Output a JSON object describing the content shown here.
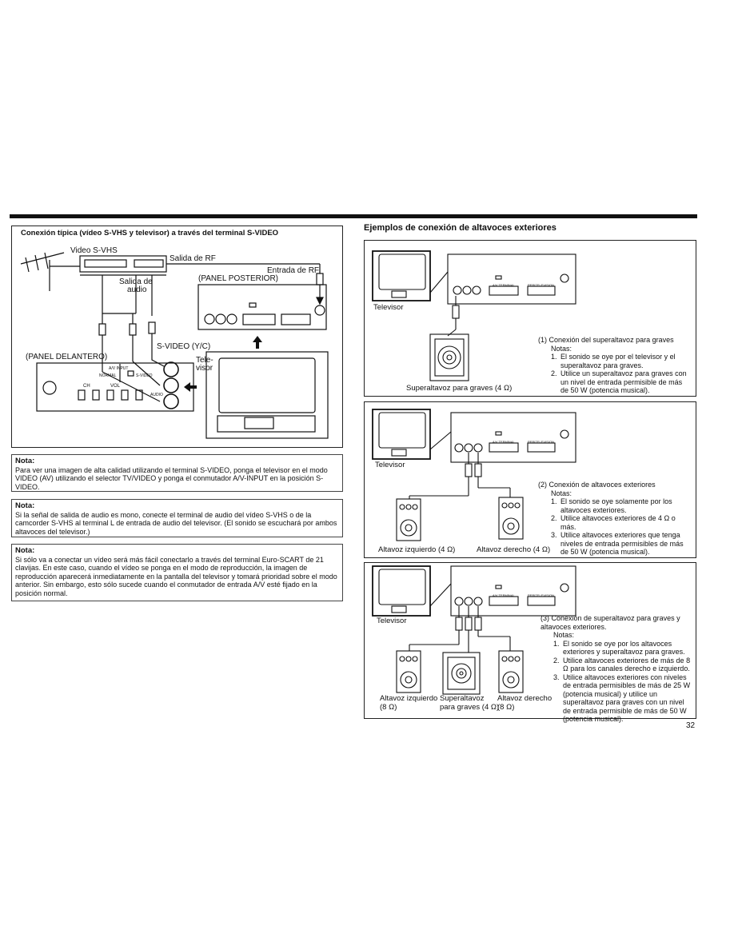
{
  "left": {
    "title": "Conexión típica (vídeo S-VHS y televisor) a través del terminal S-VIDEO",
    "diagram": {
      "video": "Video S-VHS",
      "rf_out": "Salida de RF",
      "rf_in": "Entrada de RF",
      "rear_panel": "(PANEL POSTERIOR)",
      "audio_out_1": "Salida de",
      "audio_out_2": "audio",
      "svideo": "S-VIDEO (Y/C)",
      "tv_1": "Tele-",
      "tv_2": "visor",
      "front_panel": "(PANEL DELANTERO)",
      "av_input": "A/V INPUT",
      "normal": "NORMAL",
      "svideo_small": "S-VIDEO",
      "audio_small": "AUDIO",
      "ch": "CH",
      "vol": "VOL"
    },
    "notes": [
      {
        "heading": "Nota:",
        "body": "Para ver una imagen de alta calidad utilizando el terminal S-VIDEO, ponga el televisor en el modo VIDEO (AV) utilizando el selector TV/VIDEO y ponga el conmutador A/V-INPUT en la posición S-VIDEO."
      },
      {
        "heading": "Nota:",
        "body": "Si la señal de salida de audio es mono, conecte el terminal de audio del vídeo S-VHS o de la camcorder S-VHS al terminal L de entrada de audio del televisor. (El sonido se escuchará por ambos altavoces del televisor.)"
      },
      {
        "heading": "Nota:",
        "body": "Si sólo va a conectar un vídeo será más fácil conectarlo a través del terminal Euro-SCART de 21 clavijas. En este caso, cuando el vídeo se ponga en el modo de reproducción, la imagen de reproducción aparecerá inmediatamente en la pantalla del televisor y tomará prioridad sobre el modo anterior. Sin embargo, esto sólo sucede cuando el conmutador de entrada A/V esté fijado en la posición normal."
      }
    ]
  },
  "right": {
    "title": "Ejemplos de conexión de altavoces exteriores",
    "panel_labels": {
      "av_terminal": "A/V TERMINAL",
      "per_television": "PERITELEVISION"
    },
    "example1": {
      "tv": "Televisor",
      "sub": "Superaltavoz para graves (4 Ω)",
      "caption": "(1) Conexión del superaltavoz para graves",
      "notes_label": "Notas:",
      "items": [
        "El sonido se oye por el televisor y el superaltavoz para graves.",
        "Utilice un superaltavoz para graves con un nivel de entrada permisible de más de 50 W (potencia musical)."
      ]
    },
    "example2": {
      "tv": "Televisor",
      "left_spk": "Altavoz izquierdo (4 Ω)",
      "right_spk": "Altavoz derecho (4 Ω)",
      "caption": "(2) Conexión de altavoces exteriores",
      "notes_label": "Notas:",
      "items": [
        "El sonido se oye solamente por los altavoces exteriores.",
        "Utilice altavoces exteriores de 4 Ω o más.",
        "Utilice altavoces exteriores que tenga niveles de entrada permisibles de más de 50 W (potencia musical)."
      ]
    },
    "example3": {
      "tv": "Televisor",
      "left_spk_1": "Altavoz izquierdo",
      "left_spk_2": "(8 Ω)",
      "sub_1": "Superaltavoz",
      "sub_2": "para graves (4 Ω)",
      "right_spk_1": "Altavoz derecho",
      "right_spk_2": "(8 Ω)",
      "caption": "(3) Conexión de superaltavoz para graves y altavoces exteriores.",
      "notes_label": "Notas:",
      "items": [
        "El sonido se oye por los altavoces exteriores y superaltavoz para graves.",
        "Utilice altavoces exteriores de más de 8 Ω para los canales derecho e izquierdo.",
        "Utilice altavoces exteriores con niveles de entrada permisibles de más de 25 W (potencia musical) y utilice un superaltavoz para graves con un nivel de entrada permisible de más de 50 W (potencia musical)."
      ]
    }
  },
  "page_number": "32"
}
